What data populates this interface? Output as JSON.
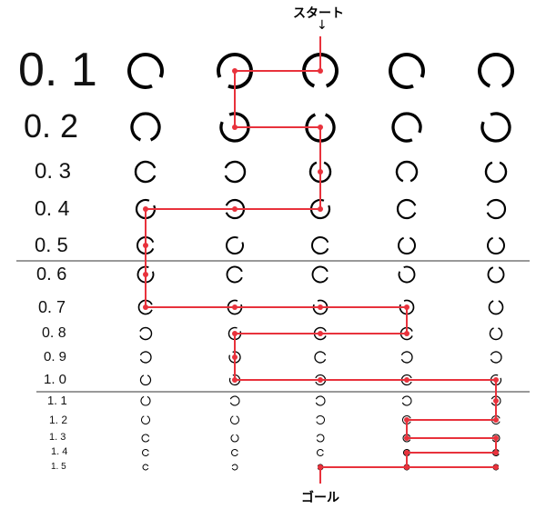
{
  "start_label": "スタート",
  "start_arrow": "↓",
  "goal_label": "ゴール",
  "rows": [
    {
      "label": "0. 1",
      "gaps": [
        "bottom-right",
        "bottom-left",
        "bottom",
        "bottom-right",
        "bottom"
      ]
    },
    {
      "label": "0. 2",
      "gaps": [
        "bottom",
        "top-left",
        "top",
        "bottom-right",
        "top-left"
      ]
    },
    {
      "label": "0. 3",
      "gaps": [
        "right",
        "left",
        "top",
        "bottom",
        "top"
      ]
    },
    {
      "label": "0. 4",
      "gaps": [
        "top-right",
        "left",
        "top-right",
        "right",
        "left"
      ]
    },
    {
      "label": "0. 5",
      "gaps": [
        "right",
        "top-right",
        "right",
        "top",
        "top"
      ]
    },
    {
      "label": "0. 6",
      "gaps": [
        "top-right",
        "right",
        "right",
        "top-left",
        "top"
      ]
    },
    {
      "label": "0. 7",
      "gaps": [
        "right",
        "top-right",
        "top-left",
        "top-left",
        "top"
      ]
    },
    {
      "label": "0. 8",
      "gaps": [
        "left",
        "top-right",
        "right",
        "right",
        "top"
      ]
    },
    {
      "label": "0. 9",
      "gaps": [
        "left",
        "top-left",
        "right",
        "left",
        "left"
      ]
    },
    {
      "label": "1. 0",
      "gaps": [
        "top",
        "top-left",
        "left",
        "right",
        "top-right"
      ]
    },
    {
      "label": "1. 1",
      "gaps": [
        "top",
        "left",
        "left",
        "left",
        "left"
      ]
    },
    {
      "label": "1. 2",
      "gaps": [
        "top",
        "top",
        "left",
        "right",
        "right"
      ]
    },
    {
      "label": "1. 3",
      "gaps": [
        "right",
        "top",
        "left",
        "right",
        "left"
      ]
    },
    {
      "label": "1. 4",
      "gaps": [
        "right",
        "right",
        "right",
        "right",
        "right"
      ]
    },
    {
      "label": "1. 5",
      "gaps": [
        "right",
        "left",
        "left",
        "right",
        "right"
      ]
    }
  ],
  "path": [
    [
      2,
      0
    ],
    [
      1,
      0
    ],
    [
      1,
      1
    ],
    [
      2,
      1
    ],
    [
      2,
      3
    ],
    [
      0,
      3
    ],
    [
      0,
      6
    ],
    [
      3,
      6
    ],
    [
      3,
      7
    ],
    [
      1,
      7
    ],
    [
      1,
      9
    ],
    [
      4,
      9
    ],
    [
      4,
      11
    ],
    [
      3,
      11
    ],
    [
      3,
      12
    ],
    [
      4,
      12
    ],
    [
      4,
      13
    ],
    [
      3,
      13
    ],
    [
      3,
      14
    ],
    [
      4,
      14
    ],
    [
      2,
      14
    ]
  ],
  "path_nodes": [
    [
      2,
      0
    ],
    [
      1,
      0
    ],
    [
      1,
      1
    ],
    [
      2,
      1
    ],
    [
      2,
      2
    ],
    [
      2,
      3
    ],
    [
      1,
      3
    ],
    [
      0,
      3
    ],
    [
      0,
      4
    ],
    [
      0,
      5
    ],
    [
      0,
      6
    ],
    [
      1,
      6
    ],
    [
      2,
      6
    ],
    [
      3,
      6
    ],
    [
      3,
      7
    ],
    [
      2,
      7
    ],
    [
      1,
      7
    ],
    [
      1,
      8
    ],
    [
      1,
      9
    ],
    [
      2,
      9
    ],
    [
      3,
      9
    ],
    [
      4,
      9
    ],
    [
      4,
      10
    ],
    [
      4,
      11
    ],
    [
      3,
      11
    ],
    [
      3,
      12
    ],
    [
      4,
      12
    ],
    [
      4,
      13
    ],
    [
      3,
      13
    ],
    [
      3,
      14
    ],
    [
      4,
      14
    ],
    [
      2,
      14
    ]
  ],
  "colors": {
    "path": "#e8323c",
    "ring": "#000000",
    "divider": "#333333"
  }
}
